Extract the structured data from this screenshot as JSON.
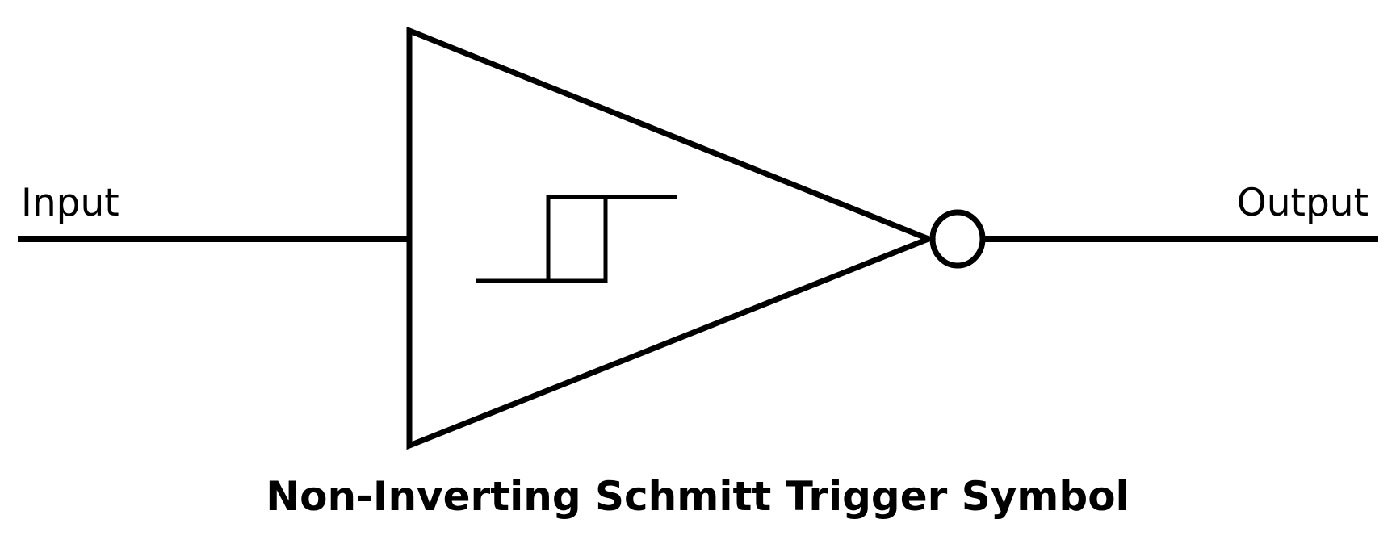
{
  "labels": {
    "input": "Input",
    "output": "Output",
    "caption": "Non-Inverting Schmitt Trigger Symbol"
  },
  "colors": {
    "stroke": "#000000",
    "background": "#ffffff"
  }
}
